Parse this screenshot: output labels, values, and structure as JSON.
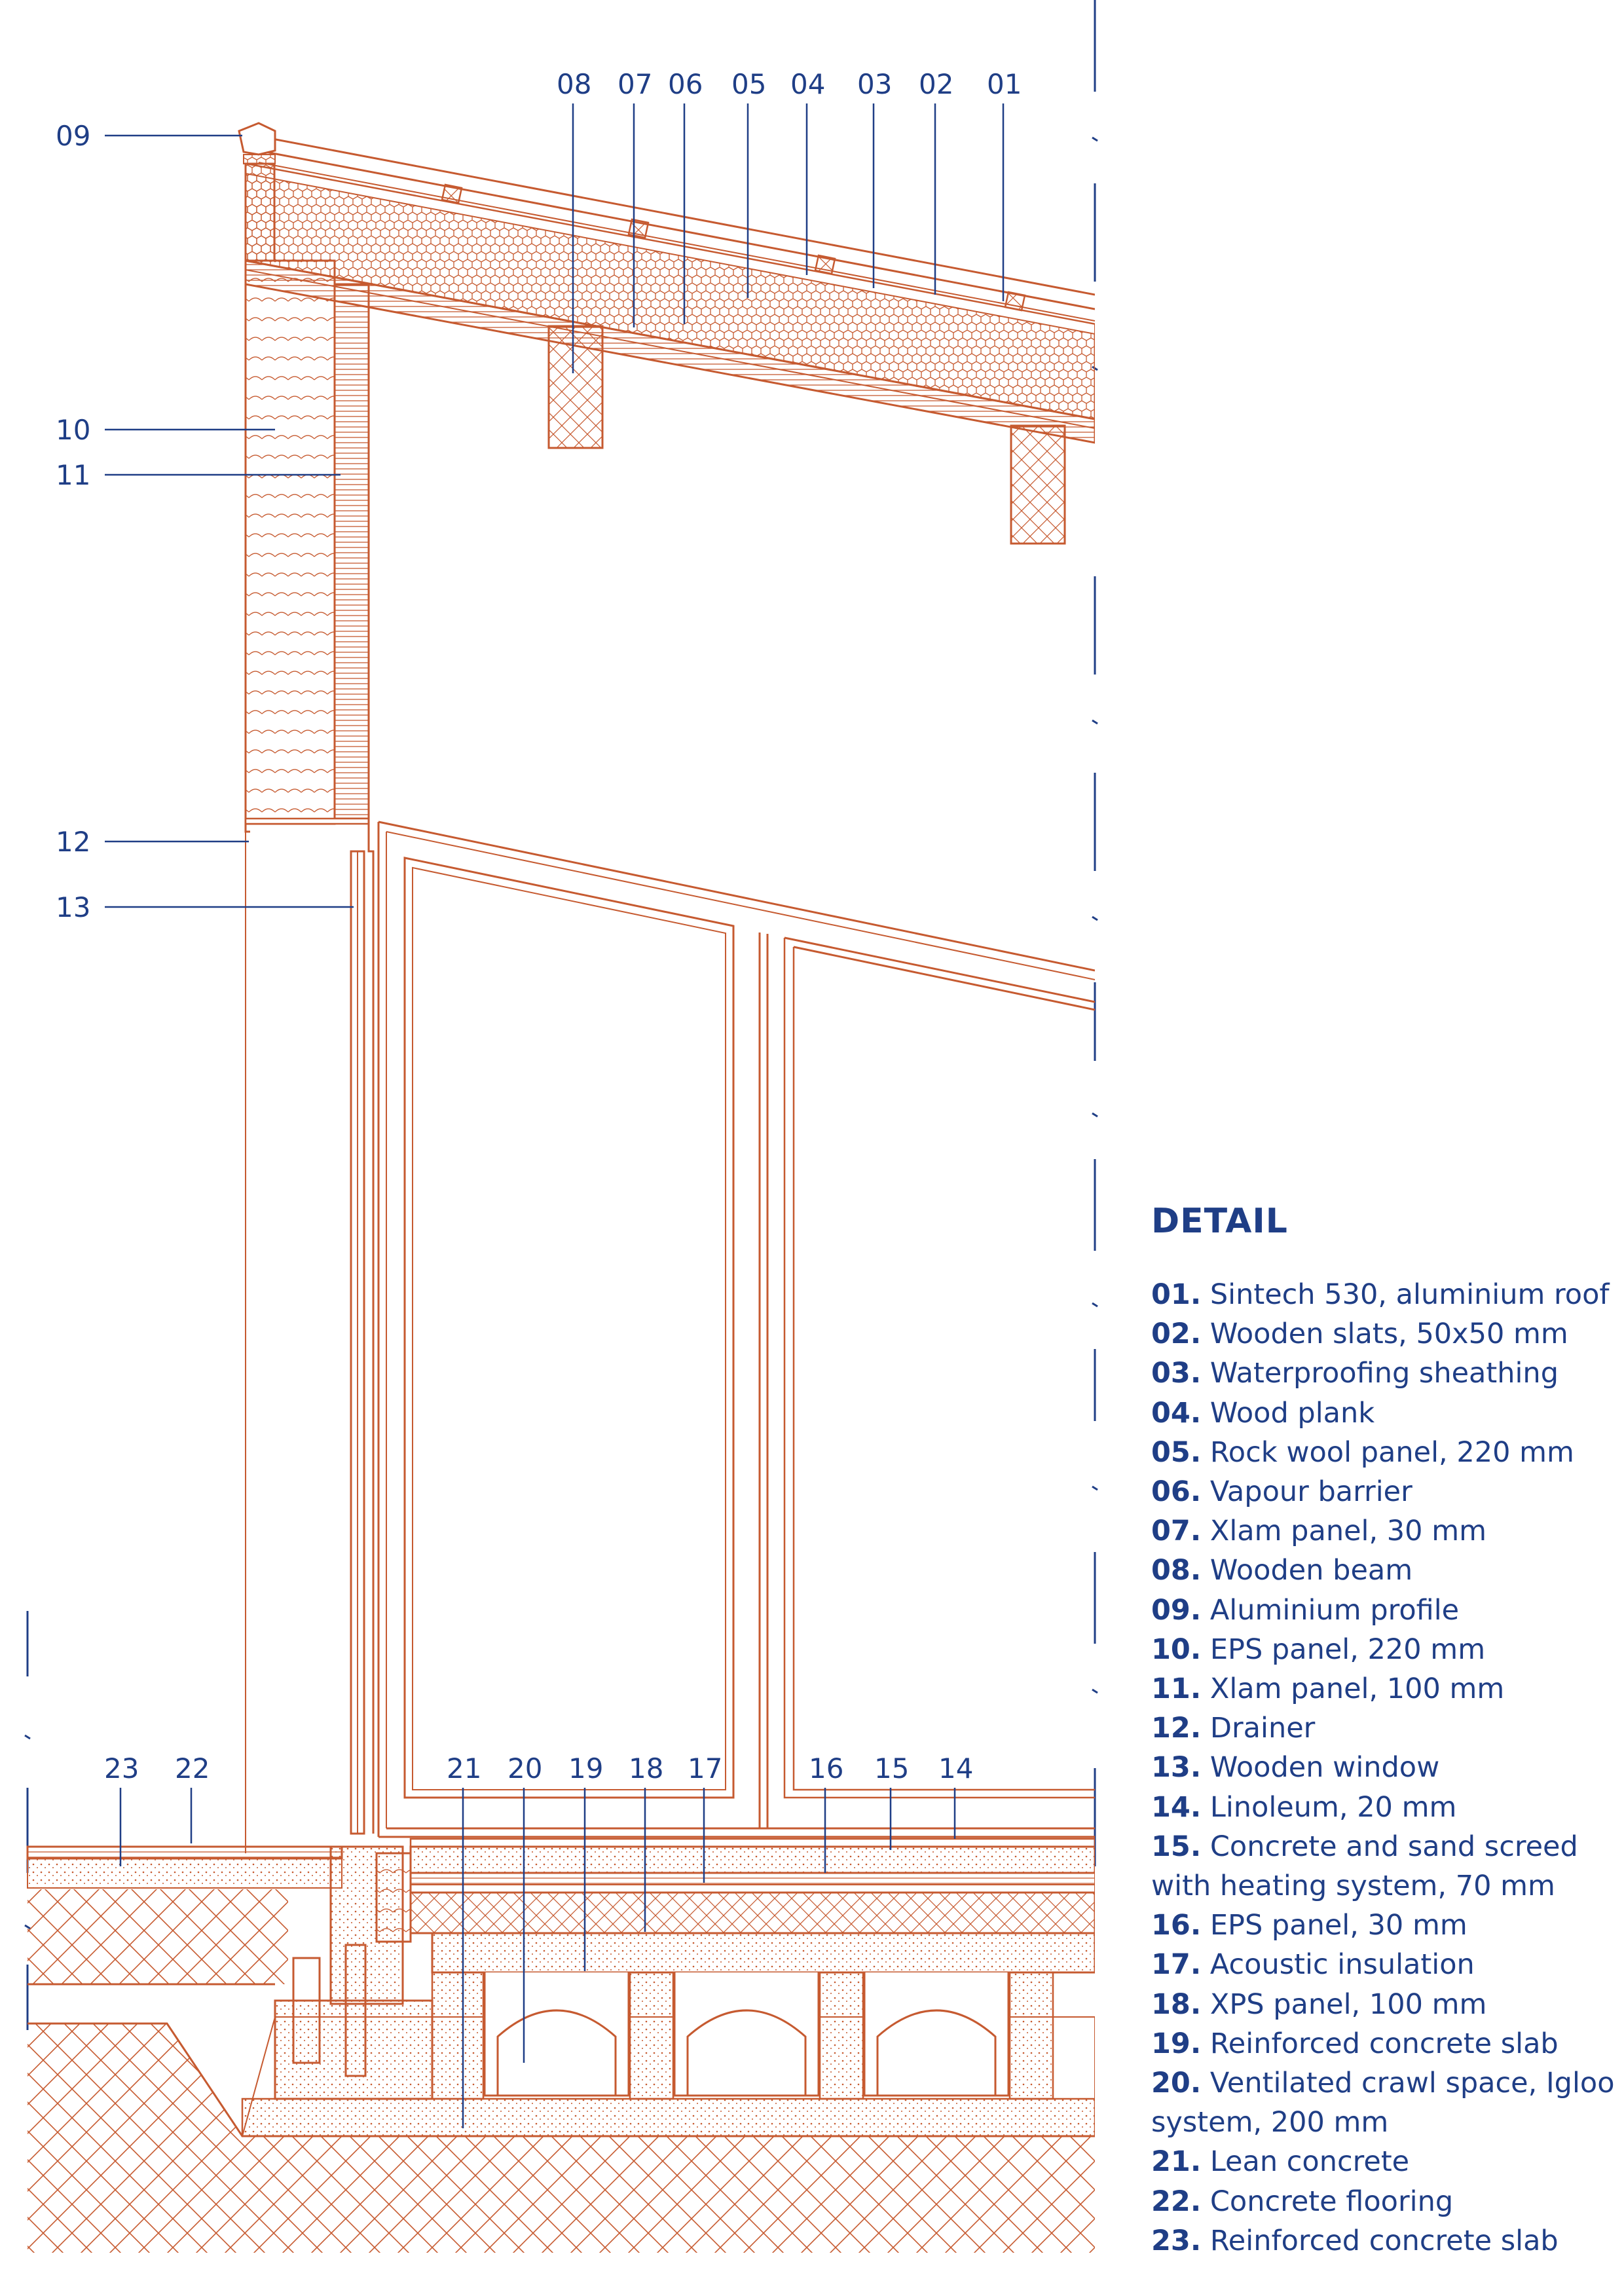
{
  "colors": {
    "ink": "#1f3e86",
    "line": "#c65a30",
    "fill_light": "#f6e2d6"
  },
  "callouts": [
    "01",
    "02",
    "03",
    "04",
    "05",
    "06",
    "07",
    "08",
    "09",
    "10",
    "11",
    "12",
    "13",
    "14",
    "15",
    "16",
    "17",
    "18",
    "19",
    "20",
    "21",
    "22",
    "23"
  ],
  "legend": {
    "title": "DETAIL",
    "items": [
      {
        "num": "01.",
        "text": "Sintech 530, aluminium roof"
      },
      {
        "num": "02.",
        "text": "Wooden slats, 50x50 mm"
      },
      {
        "num": "03.",
        "text": "Waterproofing sheathing"
      },
      {
        "num": "04.",
        "text": "Wood plank"
      },
      {
        "num": "05.",
        "text": "Rock wool panel, 220 mm"
      },
      {
        "num": "06.",
        "text": "Vapour barrier"
      },
      {
        "num": "07.",
        "text": "Xlam panel, 30 mm"
      },
      {
        "num": "08.",
        "text": "Wooden beam"
      },
      {
        "num": "09.",
        "text": "Aluminium profile"
      },
      {
        "num": "10.",
        "text": "EPS panel, 220 mm"
      },
      {
        "num": "11.",
        "text": "Xlam panel, 100 mm"
      },
      {
        "num": "12.",
        "text": "Drainer"
      },
      {
        "num": "13.",
        "text": "Wooden window"
      },
      {
        "num": "14.",
        "text": "Linoleum, 20 mm"
      },
      {
        "num": "15.",
        "text": "Concrete and sand screed"
      },
      {
        "num": "",
        "text": "with heating  system, 70 mm"
      },
      {
        "num": "16.",
        "text": "EPS panel, 30 mm"
      },
      {
        "num": "17.",
        "text": "Acoustic insulation"
      },
      {
        "num": "18.",
        "text": "XPS panel, 100 mm"
      },
      {
        "num": "19.",
        "text": "Reinforced concrete slab"
      },
      {
        "num": "20.",
        "text": "Ventilated crawl space, Igloo"
      },
      {
        "num": "",
        "text": "system, 200 mm"
      },
      {
        "num": "21.",
        "text": "Lean concrete"
      },
      {
        "num": "22.",
        "text": "Concrete flooring"
      },
      {
        "num": "23.",
        "text": "Reinforced concrete slab"
      }
    ]
  }
}
